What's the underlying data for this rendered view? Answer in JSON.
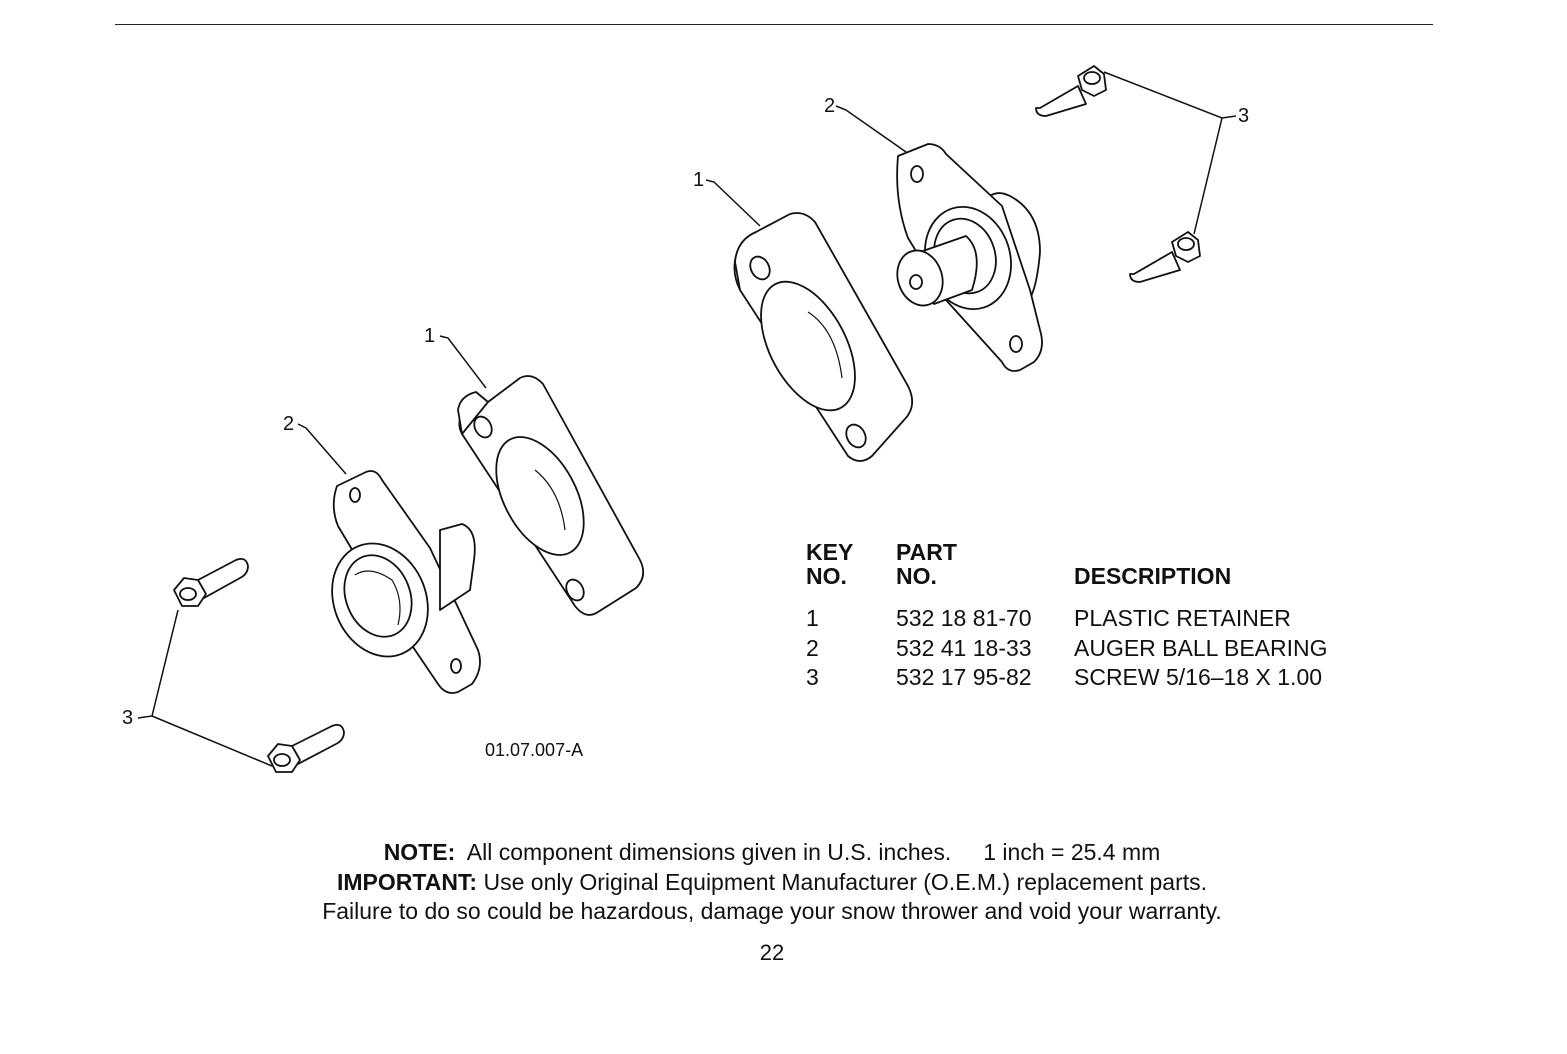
{
  "figure": {
    "code": "01.07.007-A",
    "callouts": {
      "left_retainer": "1",
      "left_bearing": "2",
      "left_screws": "3",
      "right_retainer": "1",
      "right_bearing": "2",
      "right_screws": "3"
    }
  },
  "parts_table": {
    "headers": {
      "key_line1": "KEY",
      "key_line2": "NO.",
      "part_line1": "PART",
      "part_line2": "NO.",
      "description": "DESCRIPTION"
    },
    "rows": [
      {
        "key": "1",
        "part_no": "532 18 81-70",
        "description": "PLASTIC RETAINER"
      },
      {
        "key": "2",
        "part_no": "532 41 18-33",
        "description": "AUGER BALL BEARING"
      },
      {
        "key": "3",
        "part_no": "532 17 95-82",
        "description": "SCREW 5/16–18 X 1.00"
      }
    ]
  },
  "notes": {
    "note_label": "NOTE:",
    "note_text": "All component dimensions given in U.S. inches.",
    "note_conversion": "1 inch = 25.4 mm",
    "important_label": "IMPORTANT:",
    "important_text": "Use only Original Equipment Manufacturer (O.E.M.) replacement parts.",
    "warning_text": "Failure to do so could be hazardous, damage your snow thrower and void your warranty."
  },
  "page_number": "22"
}
